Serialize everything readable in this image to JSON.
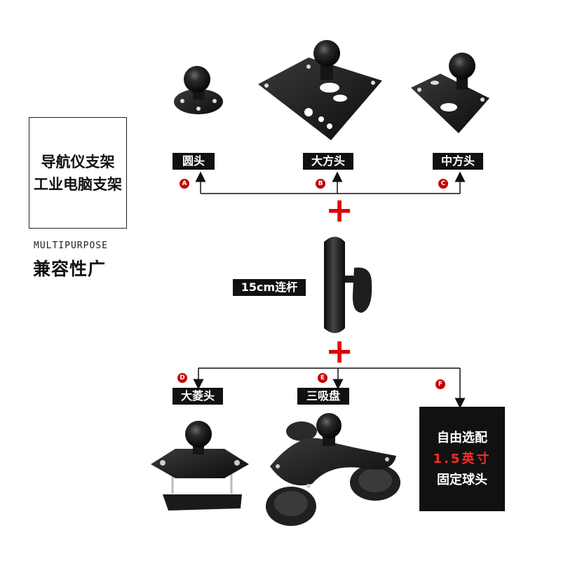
{
  "title_box": {
    "line1": "导航仪支架",
    "line2": "工业电脑支架"
  },
  "subtitle_en": "MULTIPURPOSE",
  "subtitle_cn": "兼容性广",
  "top_heads": [
    {
      "badge": "A",
      "label": "圆头"
    },
    {
      "badge": "B",
      "label": "大方头"
    },
    {
      "badge": "C",
      "label": "中方头"
    }
  ],
  "plus_symbol": "+",
  "arm_label": "15cm连杆",
  "bottom_heads": [
    {
      "badge": "D",
      "label": "大菱头"
    },
    {
      "badge": "E",
      "label": "三吸盘"
    },
    {
      "badge": "F",
      "label": ""
    }
  ],
  "option_box": {
    "line1": "自由选配",
    "line2": "1.5英寸",
    "line3": "固定球头"
  },
  "colors": {
    "accent_red": "#e00000",
    "badge_red": "#c40000",
    "tag_black": "#111111",
    "highlight_red": "#ff2a2a"
  }
}
